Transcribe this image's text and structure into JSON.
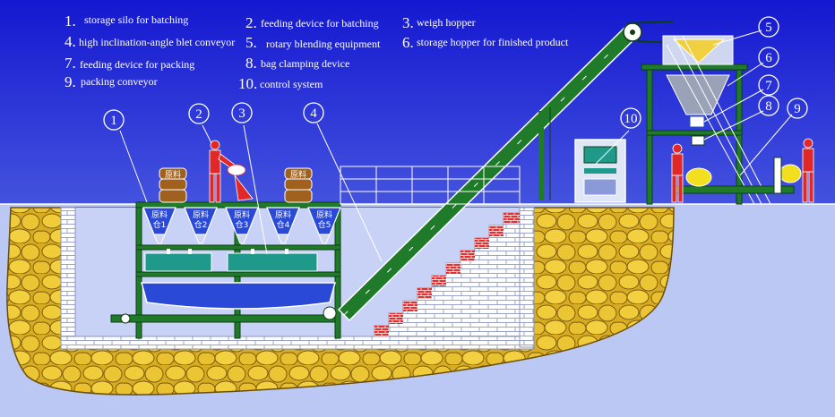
{
  "legend": [
    {
      "num": "1.",
      "label": "storage silo for batching"
    },
    {
      "num": "2.",
      "label": "feeding device for batching"
    },
    {
      "num": "3.",
      "label": "weigh hopper"
    },
    {
      "num": "4.",
      "label": "high inclination-angle blet conveyor"
    },
    {
      "num": "5.",
      "label": "rotary blending equipment"
    },
    {
      "num": "6.",
      "label": "storage hopper for finished product"
    },
    {
      "num": "7.",
      "label": "feeding device for packing"
    },
    {
      "num": "8.",
      "label": "bag clamping device"
    },
    {
      "num": "9.",
      "label": "packing conveyor"
    },
    {
      "num": "10.",
      "label": "control system"
    }
  ],
  "callouts": [
    "1",
    "2",
    "3",
    "4",
    "5",
    "6",
    "7",
    "8",
    "9",
    "10"
  ],
  "silos": [
    "原料仓1",
    "原料仓2",
    "原料仓3",
    "原料仓4",
    "原料仓5"
  ],
  "bag_text": "原料",
  "colors": {
    "sky_top": "#1a22d8",
    "sky_bottom": "#aab6f0",
    "ground": "#bcc8f4",
    "steel": "#1f7a2a",
    "stone": "#e8c030",
    "brick": "#e23030",
    "hopper": "#2a49d6"
  }
}
